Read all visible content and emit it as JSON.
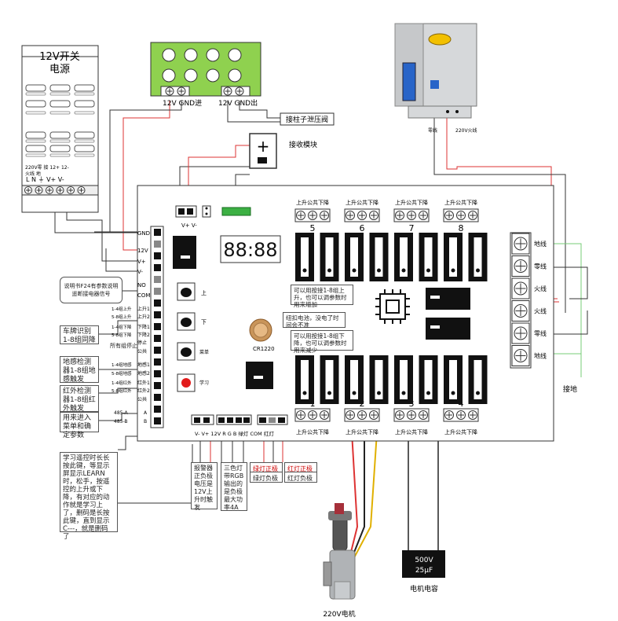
{
  "power_supply": {
    "title_line1": "12V开关",
    "title_line2": "电源",
    "terminal_labels": [
      "220V零",
      "火线",
      "接",
      "地",
      "12+",
      "12-"
    ],
    "terminal_letters": "L  N  ⏚  V+  V-"
  },
  "valve_board": {
    "label_in": "12V GND进",
    "label_out": "12V GND出",
    "callout": "接柱子泄压阀"
  },
  "receiver": {
    "label": "接收模块"
  },
  "motor_box": {
    "zero": "零线",
    "live": "220V火线"
  },
  "main_board": {
    "vv_label": "V+ V-",
    "left_terminals": [
      "GND",
      "12V",
      "V+",
      "V-",
      "NO",
      "COM"
    ],
    "group_terminals": [
      "1-4组上升",
      "5-8组上升",
      "1-4组下降",
      "5-8组下降",
      "停止",
      "公共"
    ],
    "group_short": [
      "上升1",
      "上升2",
      "下降1",
      "下降2",
      "停止",
      "公共"
    ],
    "ground_terminals": [
      "1-4组地感",
      "5-8组地感",
      "地感1",
      "地感2"
    ],
    "ir_terminals": [
      "1-4组红外",
      "5-8组红外",
      "红外1",
      "红外2",
      "公共"
    ],
    "rs485": [
      "485-A",
      "485-B",
      "A",
      "B"
    ],
    "display": "88:88",
    "buttons": {
      "up": "上",
      "down": "下",
      "menu": "菜单",
      "learn": "学习"
    },
    "battery_label": "CR1220",
    "top_groups": [
      {
        "num": "5",
        "label": "上升公共下降"
      },
      {
        "num": "6",
        "label": "上升公共下降"
      },
      {
        "num": "7",
        "label": "上升公共下降"
      },
      {
        "num": "8",
        "label": "上升公共下降"
      }
    ],
    "bottom_groups": [
      {
        "num": "1",
        "label": "上升公共下降"
      },
      {
        "num": "2",
        "label": "上升公共下降"
      },
      {
        "num": "3",
        "label": "上升公共下降"
      },
      {
        "num": "4",
        "label": "上升公共下降"
      }
    ],
    "right_terminals": [
      "地线",
      "零线",
      "火线",
      "火线",
      "零线",
      "地线"
    ],
    "bottom_terminals": "V-  V+   12V  R   G   B   绿灯 COM 红灯"
  },
  "callouts": {
    "up_btn": "可以用按接1-8组上升，也可以调参数时用来增加",
    "battery": "纽扣电池，没电了时间会不准",
    "down_btn": "可以用按接1-8组下降，也可以调参数时用来减少",
    "relay_no": "说明书F24有参数说明遥断接电器信号",
    "plate": "车牌识别1-8组同降",
    "all_stop": "所有组停止",
    "ground": "地感检测器1-8组地感触发",
    "ir": "红外检测器1-8组红外触发",
    "menu": "用来进入菜单和确定参数",
    "learn": "学习遥控时长长按此键，等显示屏显示LEARN时，松手，按遥控的上升或下降，有对应的动作就是学习上了，删码是长按此键，直到显示C---，就是删码了",
    "alarm": "报警器正负极电压是12V上升时触发",
    "rgb": "三色灯带RGB输出的是负极最大功率4A",
    "green_pos": "绿灯正极",
    "red_pos": "红灯正极",
    "green_neg": "绿灯负极",
    "red_neg": "红灯负极",
    "earth": "接地"
  },
  "capacitor": {
    "value_line1": "500V",
    "value_line2": "25μF",
    "label": "电机电容"
  },
  "motor": {
    "label": "220V电机"
  }
}
